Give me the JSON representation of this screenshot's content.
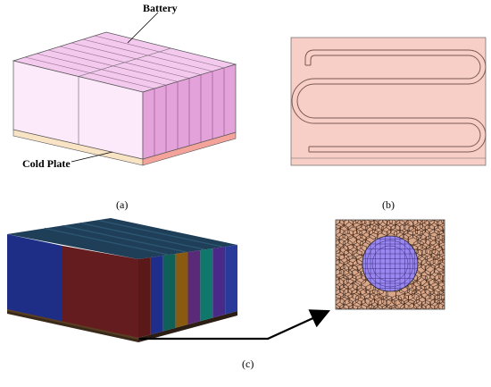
{
  "panel_a": {
    "label_battery": "Battery",
    "label_cold_plate": "Cold Plate",
    "caption": "(a)"
  },
  "panel_b": {
    "caption": "(b)"
  },
  "panel_c": {
    "caption": "(c)"
  },
  "colors": {
    "battery_top": "#F3C9EE",
    "battery_front": "#FCEAFA",
    "battery_side": "#E4A2DA",
    "plate_side": "#F8E4C4",
    "plate_front": "#F4A39A",
    "cold_plate_panel": "#F8CFC6",
    "channel_line": "#7A5A55",
    "mesh_fill": "#D9A78A",
    "mesh_inner": "#9A88F0"
  }
}
